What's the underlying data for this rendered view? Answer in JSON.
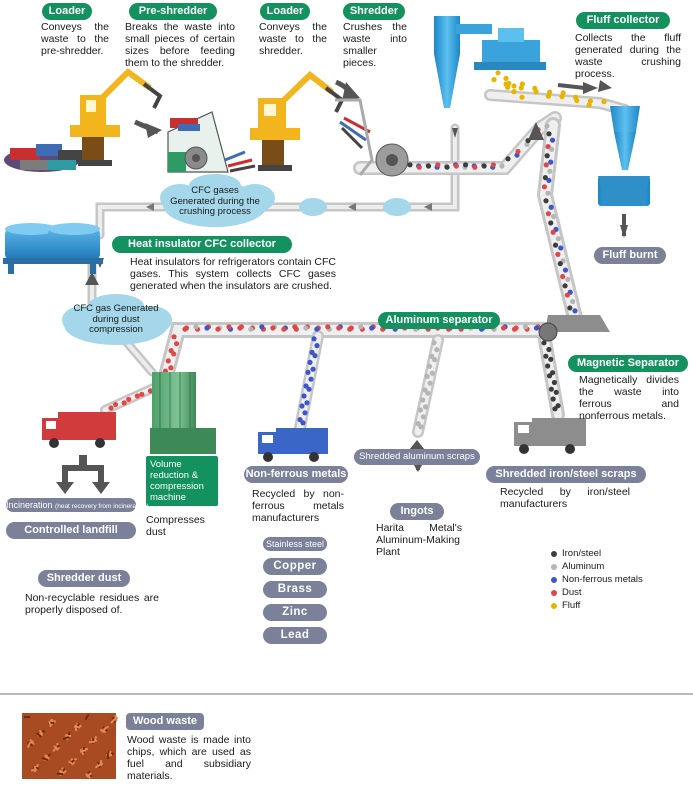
{
  "labels": {
    "loader1": {
      "title": "Loader",
      "desc": "Conveys the waste to the pre-shredder."
    },
    "preshredder": {
      "title": "Pre-shredder",
      "desc": "Breaks the waste into small pieces of certain sizes before feeding them to the shredder."
    },
    "loader2": {
      "title": "Loader",
      "desc": "Conveys the waste to the shredder."
    },
    "shredder": {
      "title": "Shredder",
      "desc": "Crushes the waste into smaller pieces."
    },
    "fluff_collector": {
      "title": "Fluff collector",
      "desc": "Collects the fluff generated during the waste crushing process."
    },
    "fluff_burnt": {
      "title": "Fluff burnt"
    },
    "cfc_cloud1": {
      "text": "CFC gases Generated during the crushing process"
    },
    "heat_insulator": {
      "title": "Heat insulator CFC collector",
      "desc": "Heat insulators for refrigerators contain CFC gases. This system collects CFC gases generated when the insulators are crushed."
    },
    "cfc_cloud2": {
      "text": "CFC gas Generated during dust compression"
    },
    "aluminum_separator": {
      "title": "Aluminum separator"
    },
    "magnetic_separator": {
      "title": "Magnetic Separator",
      "desc": "Magnetically divides the waste into ferrous and nonferrous metals."
    },
    "volume_reduction": {
      "title": "Volume reduction & compression machine",
      "desc": "Compresses dust"
    },
    "incineration": {
      "title": "Incineration",
      "note": "(heat recovery from incineration)"
    },
    "controlled_landfill": {
      "title": "Controlled landfill"
    },
    "shredder_dust": {
      "title": "Shredder dust",
      "desc": "Non-recyclable residues are properly disposed of."
    },
    "nonferrous": {
      "title": "Non-ferrous metals",
      "desc": "Recycled by non-ferrous metals manufacturers"
    },
    "metals": [
      "Stainless steel",
      "Copper",
      "Brass",
      "Zinc",
      "Lead"
    ],
    "shredded_aluminum": {
      "title": "Shredded aluminum scraps"
    },
    "ingots": {
      "title": "Ingots",
      "desc": "Harita Metal's Aluminum-Making Plant"
    },
    "shredded_iron": {
      "title": "Shredded iron/steel scraps",
      "desc": "Recycled by iron/steel manufacturers"
    },
    "wood_waste": {
      "title": "Wood waste",
      "desc": "Wood waste is made into chips, which are used as fuel and subsidiary materials."
    }
  },
  "legend": [
    {
      "label": "Iron/steel",
      "color": "#3d3d3d"
    },
    {
      "label": "Aluminum",
      "color": "#b5b5b5"
    },
    {
      "label": "Non-ferrous metals",
      "color": "#3d56c9"
    },
    {
      "label": "Dust",
      "color": "#e04848"
    },
    {
      "label": "Fluff",
      "color": "#e8b400"
    }
  ],
  "colors": {
    "green": "#13915f",
    "slate": "#7a8199",
    "pipe": "#c8c8c8",
    "cyan": "#3ba3dc",
    "machine_yellow": "#f2b51d",
    "truck_red": "#d23b3b",
    "truck_blue": "#3966c7",
    "truck_gray": "#8d8d8d"
  }
}
